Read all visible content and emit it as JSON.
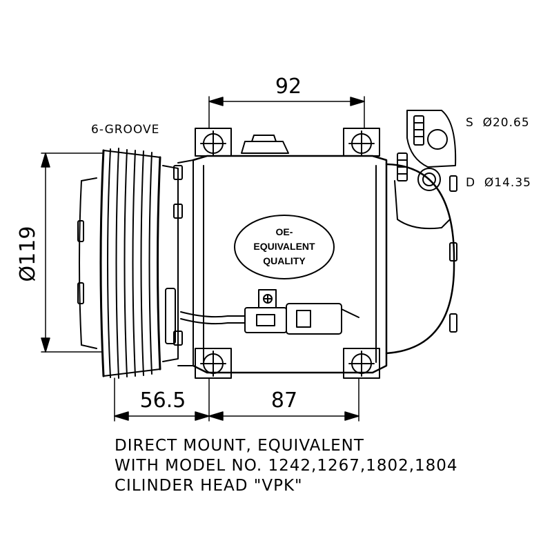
{
  "labels": {
    "pulley_grooves": "6-GROOVE",
    "suction_port": "S  Ø20.65",
    "discharge_port": "D  Ø14.35"
  },
  "dimensions": {
    "top_width": "92",
    "pulley_diameter": "Ø119",
    "pulley_offset": "56.5",
    "bottom_mount_spacing": "87"
  },
  "badge": {
    "line1": "OE-",
    "line2": "EQUIVALENT",
    "line3": "QUALITY"
  },
  "notes": [
    "DIRECT MOUNT, EQUIVALENT",
    "WITH MODEL NO. 1242,1267,1802,1804",
    "CILINDER HEAD \"VPK\""
  ]
}
